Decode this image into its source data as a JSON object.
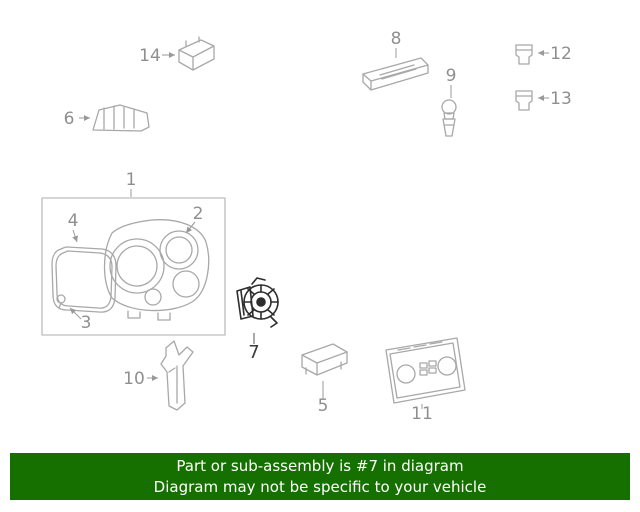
{
  "diagram": {
    "highlighted_part": "7",
    "labels": {
      "p1": "1",
      "p2": "2",
      "p3": "3",
      "p4": "4",
      "p5": "5",
      "p6": "6",
      "p7": "7",
      "p8": "8",
      "p9": "9",
      "p10": "10",
      "p11": "11",
      "p12": "12",
      "p13": "13",
      "p14": "14"
    },
    "line_color": "#a8a8a8",
    "label_color": "#8f8f8f",
    "highlight_color": "#2e2e2e",
    "box_color": "#bdbdbd"
  },
  "banner": {
    "line1": "Part or sub-assembly is #7 in diagram",
    "line2": "Diagram may not be specific to your vehicle",
    "bg_color": "#157000",
    "text_color": "#ffffff"
  }
}
